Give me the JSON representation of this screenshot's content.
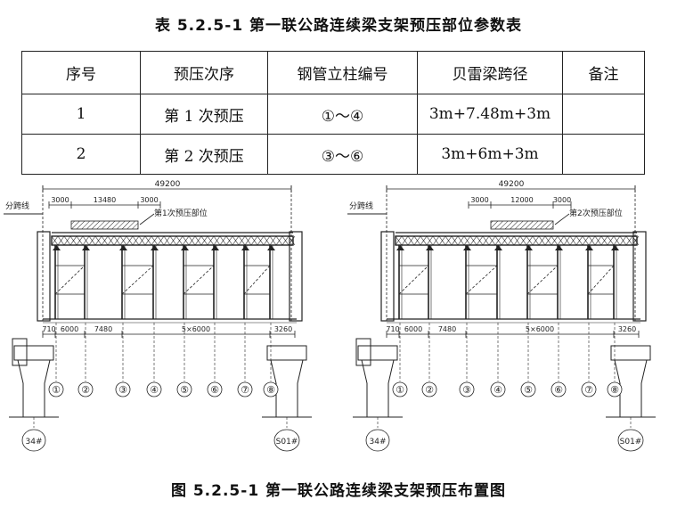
{
  "table_title": "表 5.2.5-1 第一联公路连续梁支架预压部位参数表",
  "table": {
    "headers": [
      "序号",
      "预压次序",
      "钢管立柱编号",
      "贝雷梁跨径",
      "备注"
    ],
    "rows": [
      [
        "1",
        "第 1 次预压",
        "①～④",
        "3m+7.48m+3m",
        ""
      ],
      [
        "2",
        "第 2 次预压",
        "③～⑥",
        "3m+6m+3m",
        ""
      ]
    ]
  },
  "figure_caption": "图 5.2.5-1 第一联公路连续梁支架预压布置图",
  "drawings": [
    {
      "split_line_label": "分跨线",
      "total_dim": "49200",
      "preload_dims": [
        "3000",
        "13480",
        "3000"
      ],
      "preload_label": "第1次预压部位",
      "bottom_dims": [
        "710",
        "6000",
        "7480",
        "5×6000",
        "3260"
      ],
      "columns": [
        "①",
        "②",
        "③",
        "④",
        "⑤",
        "⑥",
        "⑦",
        "⑧"
      ],
      "pier_left": "34#",
      "pier_right": "S01#"
    },
    {
      "split_line_label": "分跨线",
      "total_dim": "49200",
      "preload_dims": [
        "3000",
        "12000",
        "3000"
      ],
      "preload_label": "第2次预压部位",
      "bottom_dims": [
        "710",
        "6000",
        "7480",
        "5×6000",
        "3260"
      ],
      "columns": [
        "①",
        "②",
        "③",
        "④",
        "⑤",
        "⑥",
        "⑦",
        "⑧"
      ],
      "pier_left": "34#",
      "pier_right": "S01#"
    }
  ]
}
